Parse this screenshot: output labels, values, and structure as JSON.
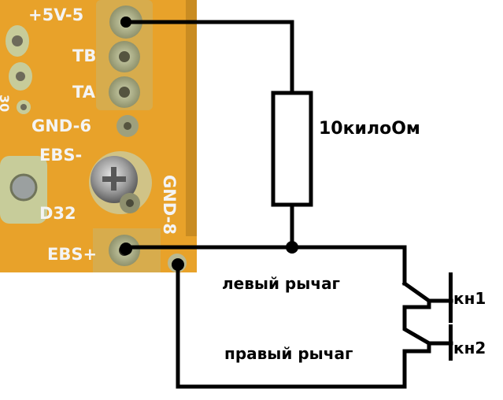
{
  "board": {
    "labels": {
      "p5v": "+5V-5",
      "tb": "TB",
      "ta": "TA",
      "gnd6": "GND-6",
      "ebs_minus": "EBS-",
      "d32": "D32",
      "ebs_plus": "EBS+",
      "gnd8": "GND-8",
      "edge_mark": "30"
    }
  },
  "circuit": {
    "resistor_label": "10килоОм",
    "left_lever_label": "левый рычаг",
    "right_lever_label": "правый рычаг",
    "button1_label": "кн1",
    "button2_label": "кн2"
  },
  "colors": {
    "board": "#e8a22a",
    "board_dark": "#b9791a",
    "pad": "#c9cf9f",
    "wire": "#000000",
    "silkscreen": "#f4f4f4"
  }
}
